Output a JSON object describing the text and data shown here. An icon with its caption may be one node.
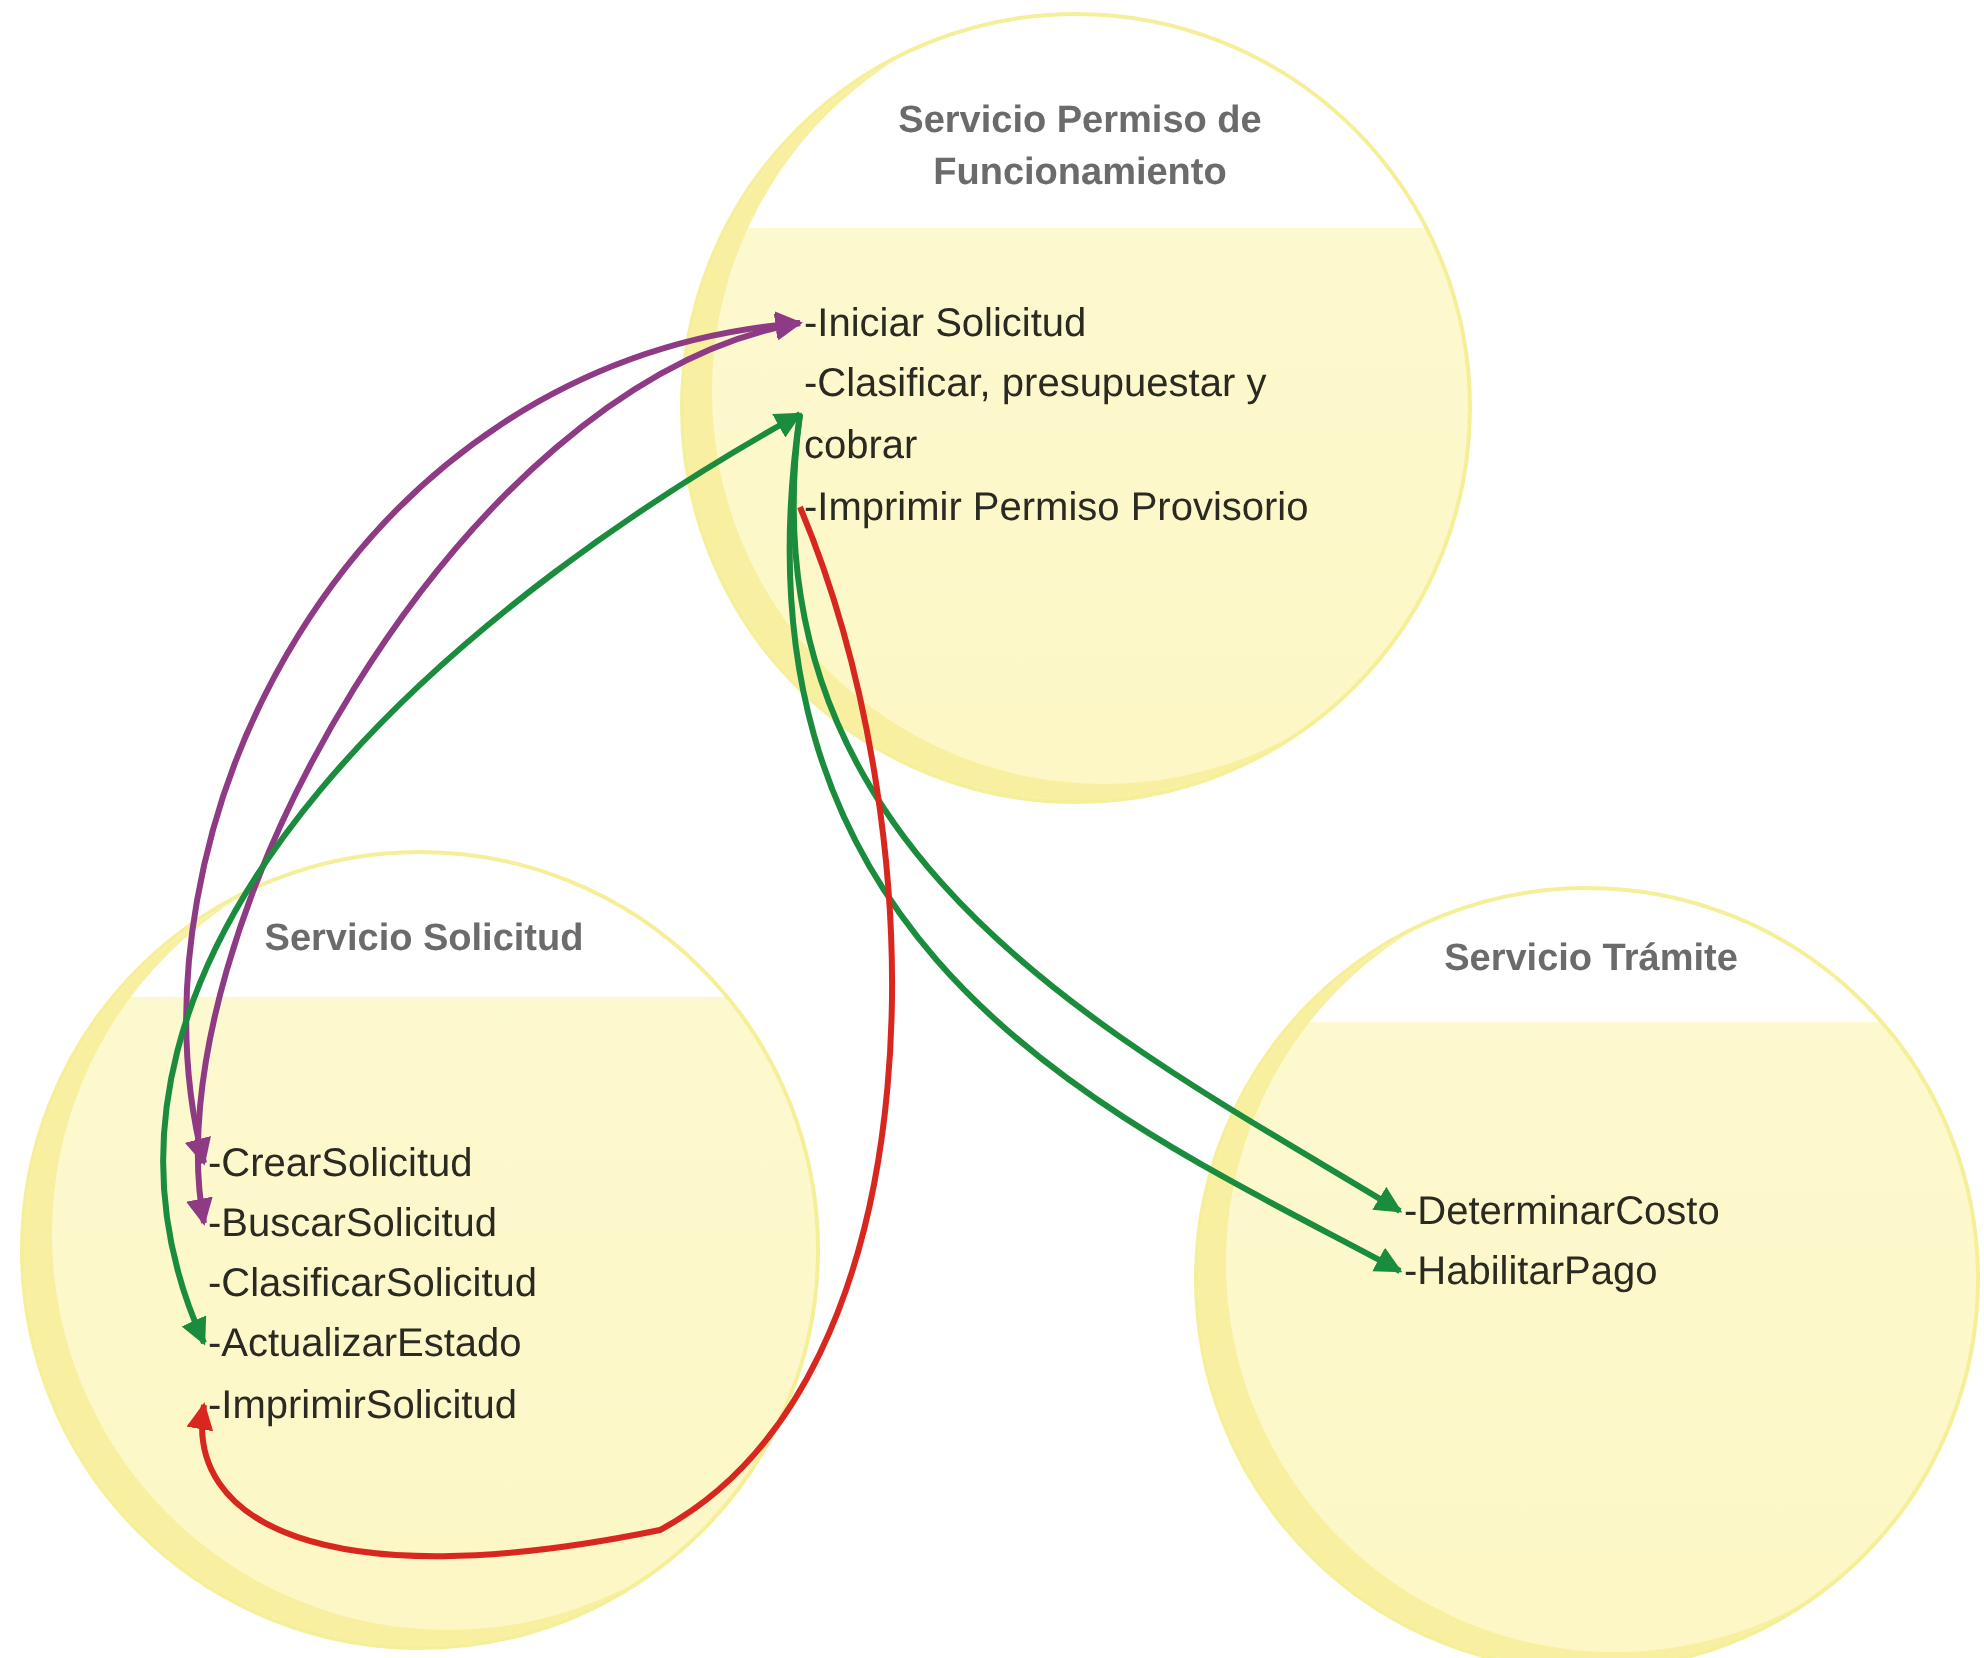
{
  "diagram": {
    "nodes": [
      {
        "text": [
          "Servicio Permiso de Funcionamiento"
        ]
      },
      {
        "text": [
          "-Iniciar Solicitud"
        ],
        "in": 0
      },
      {
        "text": [
          "-Clasificar, presupuestar y cobrar"
        ],
        "in": 0
      },
      {
        "text": [
          "-Imprimir Permiso Provisorio"
        ],
        "in": 0
      },
      {
        "text": [
          "Servicio Solicitud"
        ]
      },
      {
        "text": [
          "-CrearSolicitud"
        ],
        "in": 4
      },
      {
        "text": [
          "-BuscarSolicitud"
        ],
        "in": 4
      },
      {
        "text": [
          "-ClasificarSolicitud"
        ],
        "in": 4
      },
      {
        "text": [
          "-ActualizarEstado"
        ],
        "in": 4
      },
      {
        "text": [
          "-ImprimirSolicitud"
        ],
        "in": 4
      },
      {
        "text": [
          "Servicio Trámite"
        ]
      },
      {
        "text": [
          "-DeterminarCosto"
        ],
        "in": 10
      },
      {
        "text": [
          "-HabilitarPago"
        ],
        "in": 10
      }
    ],
    "edges": [
      {
        "from": 1,
        "to": 5,
        "arrow": "both",
        "color": "#8e3a84"
      },
      {
        "from": 1,
        "to": 6,
        "arrow": "both",
        "color": "#8e3a84"
      },
      {
        "from": 2,
        "to": 8,
        "arrow": "both"
      },
      {
        "from": 2,
        "to": 11,
        "arrow": "to"
      },
      {
        "from": 2,
        "to": 12,
        "arrow": "to"
      },
      {
        "from": 3,
        "to": 9,
        "arrow": "to",
        "color": "#d8271e"
      }
    ]
  }
}
